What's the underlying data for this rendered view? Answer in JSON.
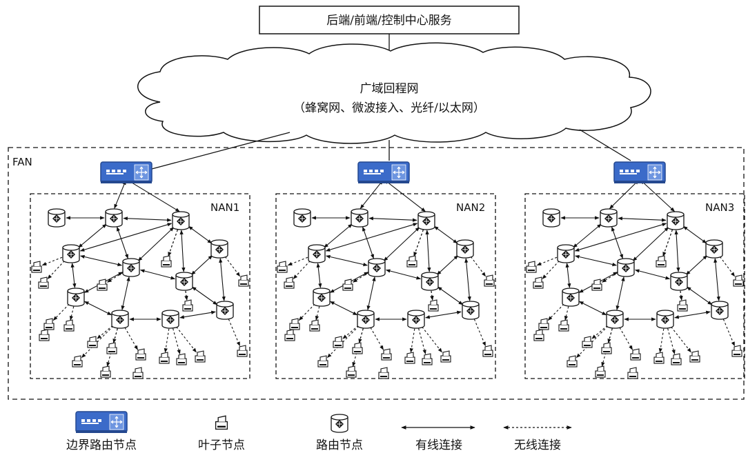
{
  "top_service": {
    "label": "后端/前端/控制中心服务"
  },
  "wan": {
    "line1": "广域回程网",
    "line2": "（蜂窝网、微波接入、光纤/以太网）"
  },
  "fan": {
    "label": "FAN"
  },
  "nans": [
    {
      "label": "NAN1"
    },
    {
      "label": "NAN2"
    },
    {
      "label": "NAN3"
    }
  ],
  "legend": {
    "border_router": "边界路由节点",
    "leaf": "叶子节点",
    "router": "路由节点",
    "wired": "有线连接",
    "wireless": "无线连接"
  },
  "colors": {
    "border_router": "#3b6bc9",
    "line": "#111111",
    "background": "#ffffff"
  }
}
